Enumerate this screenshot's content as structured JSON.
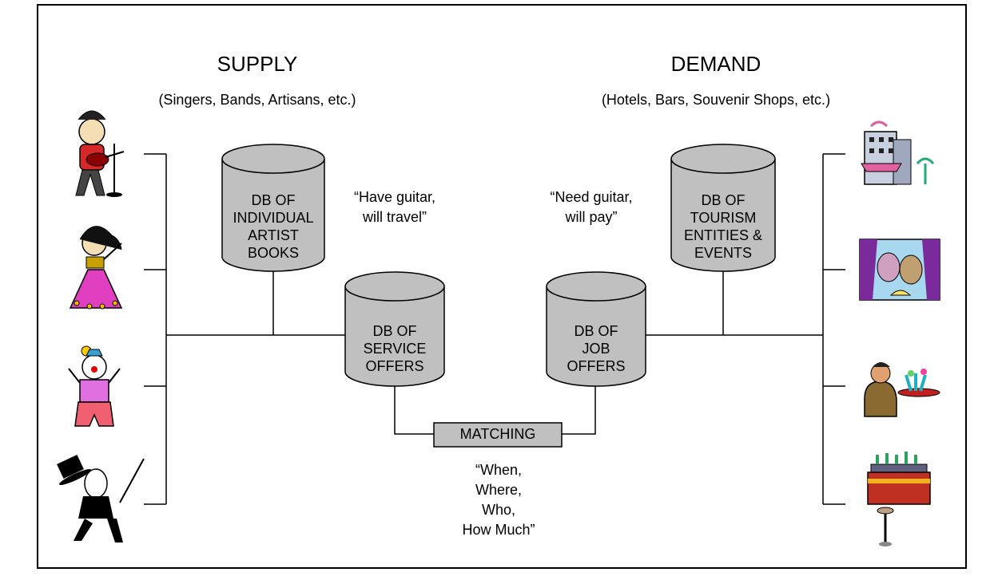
{
  "supply": {
    "title": "SUPPLY",
    "subtitle": "(Singers, Bands, Artisans, etc.)",
    "icons": [
      "singer-with-guitar-clipart",
      "dancer-clipart",
      "clown-clipart",
      "top-hat-performer-clipart"
    ]
  },
  "demand": {
    "title": "DEMAND",
    "subtitle": "(Hotels, Bars, Souvenir Shops, etc.)",
    "icons": [
      "hotel-building-clipart",
      "theater-masks-clipart",
      "waiter-with-cocktails-clipart",
      "bar-counter-clipart"
    ]
  },
  "databases": {
    "artist_books": "DB OF\nINDIVIDUAL\nARTIST\nBOOKS",
    "service_offers": "DB OF\nSERVICE\nOFFERS",
    "job_offers": "DB OF\nJOB\nOFFERS",
    "tourism": "DB OF\nTOURISM\nENTITIES &\nEVENTS"
  },
  "matching": {
    "label": "MATCHING"
  },
  "quotes": {
    "supply": "“Have guitar,\nwill travel”",
    "demand": "“Need guitar,\nwill pay”",
    "matching": "“When,\nWhere,\nWho,\nHow Much”"
  },
  "colors": {
    "cylinder_fill": "#c0c0c0",
    "line": "#000000",
    "frame": "#000000"
  }
}
